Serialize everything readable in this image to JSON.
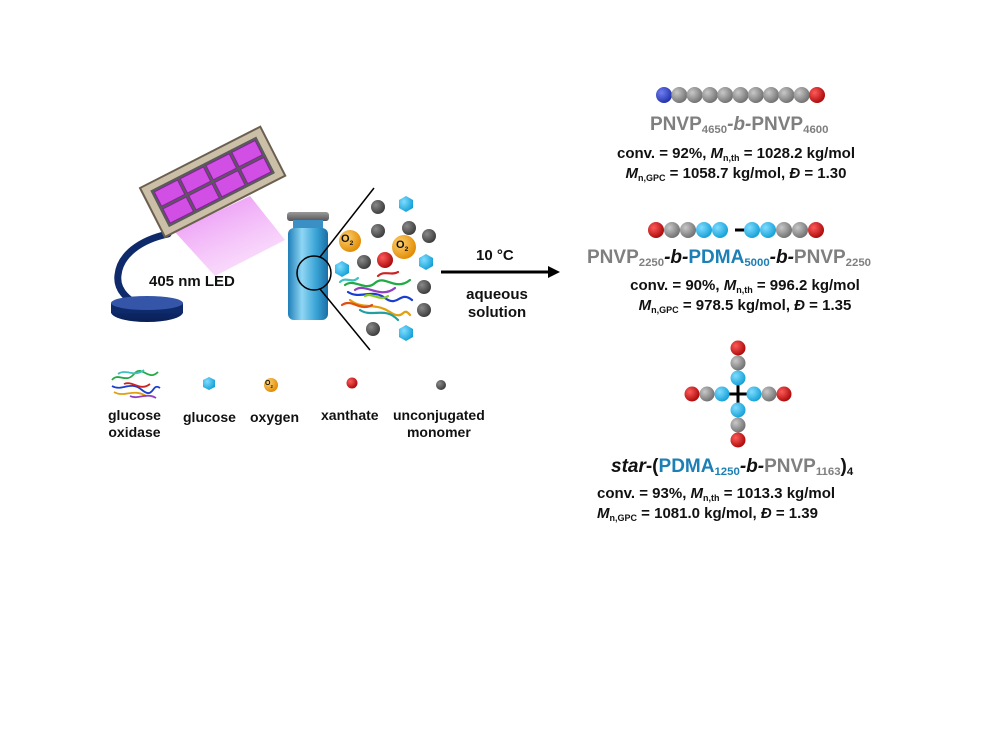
{
  "colors": {
    "gray_bead": "#8a8a8a",
    "dark_bead": "#555555",
    "blue_bead": "#1fb3e8",
    "navy_bead": "#2b3fbf",
    "red_bead": "#cc1111",
    "oxygen": "#f0a020",
    "pdma_text": "#1c7fb5",
    "pnvp_text": "#7f7f7f",
    "led_purple": "#c040e0",
    "lamp_stand": "#0e2a6b",
    "vial": "#3aa4d6"
  },
  "setup": {
    "led_label": "405 nm LED",
    "condition_temp": "10 °C",
    "condition_solvent_line1": "aqueous",
    "condition_solvent_line2": "solution",
    "oxygen_symbol": "O",
    "oxygen_sub": "2"
  },
  "legend": [
    {
      "icon": "glucose-oxidase",
      "line1": "glucose",
      "line2": "oxidase"
    },
    {
      "icon": "glucose",
      "line1": "glucose",
      "line2": ""
    },
    {
      "icon": "oxygen",
      "line1": "oxygen",
      "line2": ""
    },
    {
      "icon": "xanthate",
      "line1": "xanthate",
      "line2": ""
    },
    {
      "icon": "unconjugated-monomer",
      "line1": "unconjugated",
      "line2": "monomer"
    }
  ],
  "products": [
    {
      "chain": [
        "navy",
        "gray",
        "gray",
        "gray",
        "gray",
        "gray",
        "gray",
        "gray",
        "gray",
        "gray",
        "red"
      ],
      "title": {
        "a": "PNVP",
        "a_sub": "4650",
        "sep1": "-b-",
        "b": "PNVP",
        "b_sub": "4600"
      },
      "conv_label": "conv. = ",
      "conv": "92%",
      "mnth_label": "M",
      "mnth_sub": "n,th",
      "mnth": " = 1028.2 kg/mol",
      "mngpc_label": "M",
      "mngpc_sub": "n,GPC",
      "mngpc": " = 1058.7 kg/mol, ",
      "dispersity_symbol": "Đ",
      "dispersity": " = 1.30"
    },
    {
      "chain_left": [
        "red",
        "gray",
        "gray",
        "blue",
        "blue"
      ],
      "chain_right": [
        "blue",
        "blue",
        "gray",
        "gray",
        "red"
      ],
      "title": {
        "a": "PNVP",
        "a_sub": "2250",
        "sep1": "-b-",
        "b": "PDMA",
        "b_sub": "5000",
        "sep2": "-b-",
        "c": "PNVP",
        "c_sub": "2250"
      },
      "conv_label": "conv. = ",
      "conv": "90%",
      "mnth_label": "M",
      "mnth_sub": "n,th",
      "mnth": " = 996.2 kg/mol",
      "mngpc_label": "M",
      "mngpc_sub": "n,GPC",
      "mngpc": " = 978.5 kg/mol, ",
      "dispersity_symbol": "Đ",
      "dispersity": " = 1.35"
    },
    {
      "arm": [
        "blue",
        "gray",
        "red"
      ],
      "title": {
        "prefix": "star",
        "open": "-(",
        "a": "PDMA",
        "a_sub": "1250",
        "sep1": "-b-",
        "b": "PNVP",
        "b_sub": "1163",
        "close": ")",
        "close_sub": "4"
      },
      "conv_label": "conv. = ",
      "conv": "93%",
      "mnth_label": "M",
      "mnth_sub": "n,th",
      "mnth": " = 1013.3 kg/mol",
      "mngpc_label": "M",
      "mngpc_sub": "n,GPC",
      "mngpc": " = 1081.0 kg/mol, ",
      "dispersity_symbol": "Đ",
      "dispersity": " = 1.39"
    }
  ]
}
